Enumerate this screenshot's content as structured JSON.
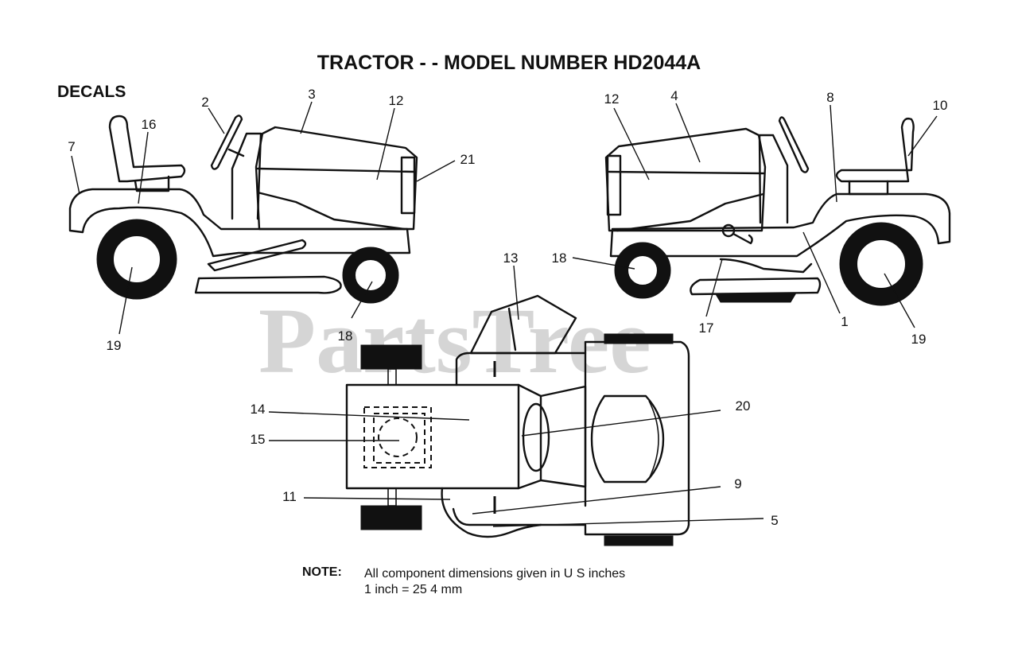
{
  "title": "TRACTOR - - MODEL NUMBER HD2044A",
  "subtitle": "DECALS",
  "watermark": "PartsTree",
  "callouts": {
    "c1": "1",
    "c2": "2",
    "c3": "3",
    "c4": "4",
    "c5": "5",
    "c7": "7",
    "c8": "8",
    "c9": "9",
    "c10": "10",
    "c11": "11",
    "c12a": "12",
    "c12b": "12",
    "c13": "13",
    "c14": "14",
    "c15": "15",
    "c16": "16",
    "c17": "17",
    "c18a": "18",
    "c18b": "18",
    "c19a": "19",
    "c19b": "19",
    "c20": "20",
    "c21": "21"
  },
  "note": {
    "label": "NOTE:",
    "line1": "All component dimensions given in U S  inches",
    "line2": "1 inch = 25 4 mm"
  }
}
